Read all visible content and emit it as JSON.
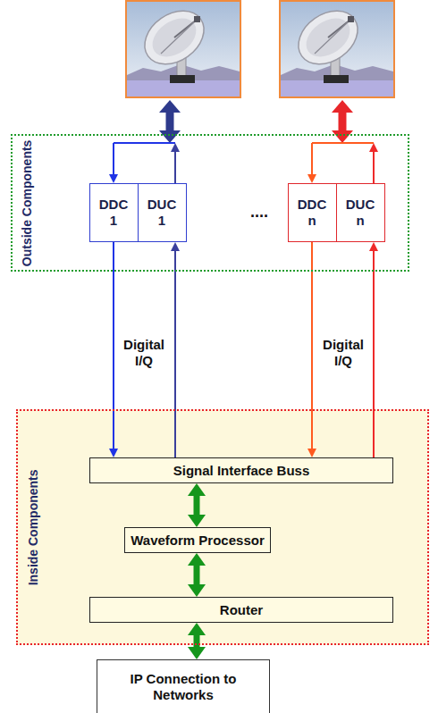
{
  "diagram": {
    "nodes": [
      {
        "text": [
          "Outside Components"
        ]
      },
      {
        "text": [
          "DDC 1"
        ],
        "in": 0
      },
      {
        "text": [
          "DUC 1"
        ],
        "in": 0
      },
      {
        "text": [
          "DDC n"
        ],
        "in": 0
      },
      {
        "text": [
          "DUC n"
        ],
        "in": 0
      },
      {
        "text": [
          "Inside Components"
        ]
      },
      {
        "text": [
          "Signal Interface Buss"
        ],
        "in": 5
      },
      {
        "text": [
          "Waveform Processor"
        ],
        "in": 5
      },
      {
        "text": [
          "Router"
        ],
        "in": 5
      },
      {
        "text": [
          "IP Connection to Networks"
        ]
      }
    ],
    "edges": [
      {
        "from": 1,
        "to": 6,
        "arrow": "to"
      },
      {
        "from": 6,
        "to": 2,
        "arrow": "to"
      },
      {
        "from": 3,
        "to": 6,
        "arrow": "to"
      },
      {
        "from": 6,
        "to": 4,
        "arrow": "to"
      },
      {
        "from": 6,
        "to": 7,
        "arrow": "both"
      },
      {
        "from": 7,
        "to": 8,
        "arrow": "both"
      },
      {
        "from": 8,
        "to": 9,
        "arrow": "both"
      }
    ],
    "labels": [
      "....",
      "Digital I/Q",
      "Digital I/Q"
    ]
  }
}
